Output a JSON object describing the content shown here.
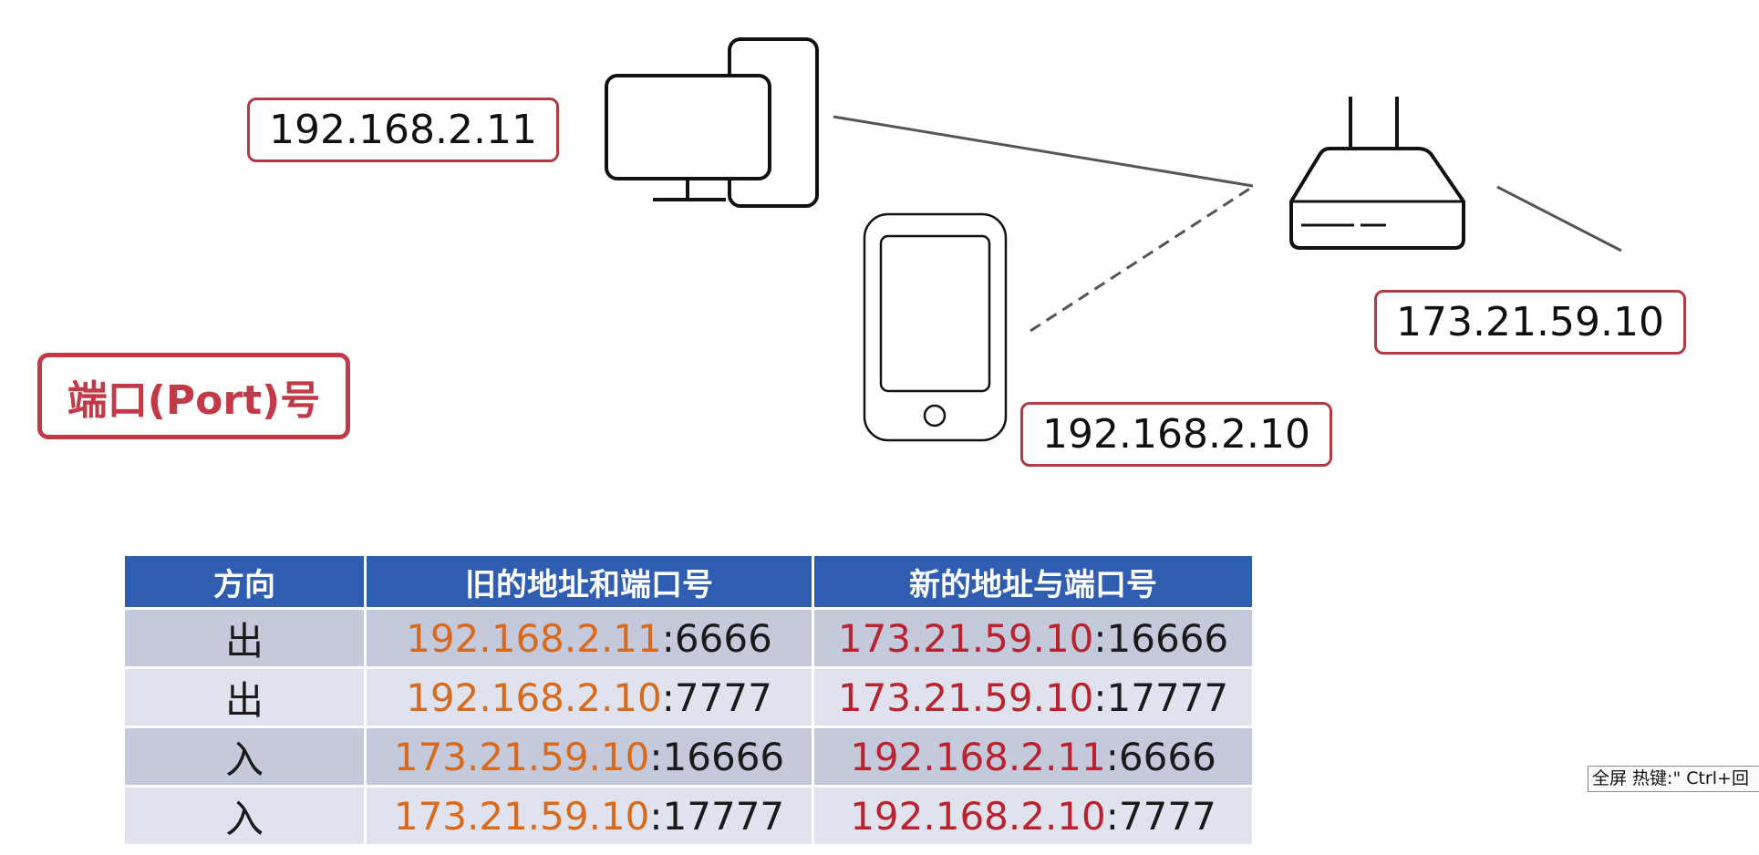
{
  "title": "端口(Port)号",
  "devices": {
    "pc_ip": "192.168.2.11",
    "phone_ip": "192.168.2.10",
    "router_ip": "173.21.59.10"
  },
  "table": {
    "headers": [
      "方向",
      "旧的地址和端口号",
      "新的地址与端口号"
    ],
    "rows": [
      {
        "direction": "出",
        "old_addr": "192.168.2.11",
        "old_port": ":6666",
        "new_addr": "173.21.59.10",
        "new_port": ":16666"
      },
      {
        "direction": "出",
        "old_addr": "192.168.2.10",
        "old_port": ":7777",
        "new_addr": "173.21.59.10",
        "new_port": ":17777"
      },
      {
        "direction": "入",
        "old_addr": "173.21.59.10",
        "old_port": ":16666",
        "new_addr": "192.168.2.11",
        "new_port": ":6666"
      },
      {
        "direction": "入",
        "old_addr": "173.21.59.10",
        "old_port": ":17777",
        "new_addr": "192.168.2.10",
        "new_port": ":7777"
      }
    ]
  },
  "hotkey_tip": "全屏 热键:\" Ctrl+回",
  "colors": {
    "accent_red": "#c23a47",
    "header_blue": "#2f5db0",
    "address_orange": "#d86a1e",
    "address_red": "#b8232d"
  }
}
